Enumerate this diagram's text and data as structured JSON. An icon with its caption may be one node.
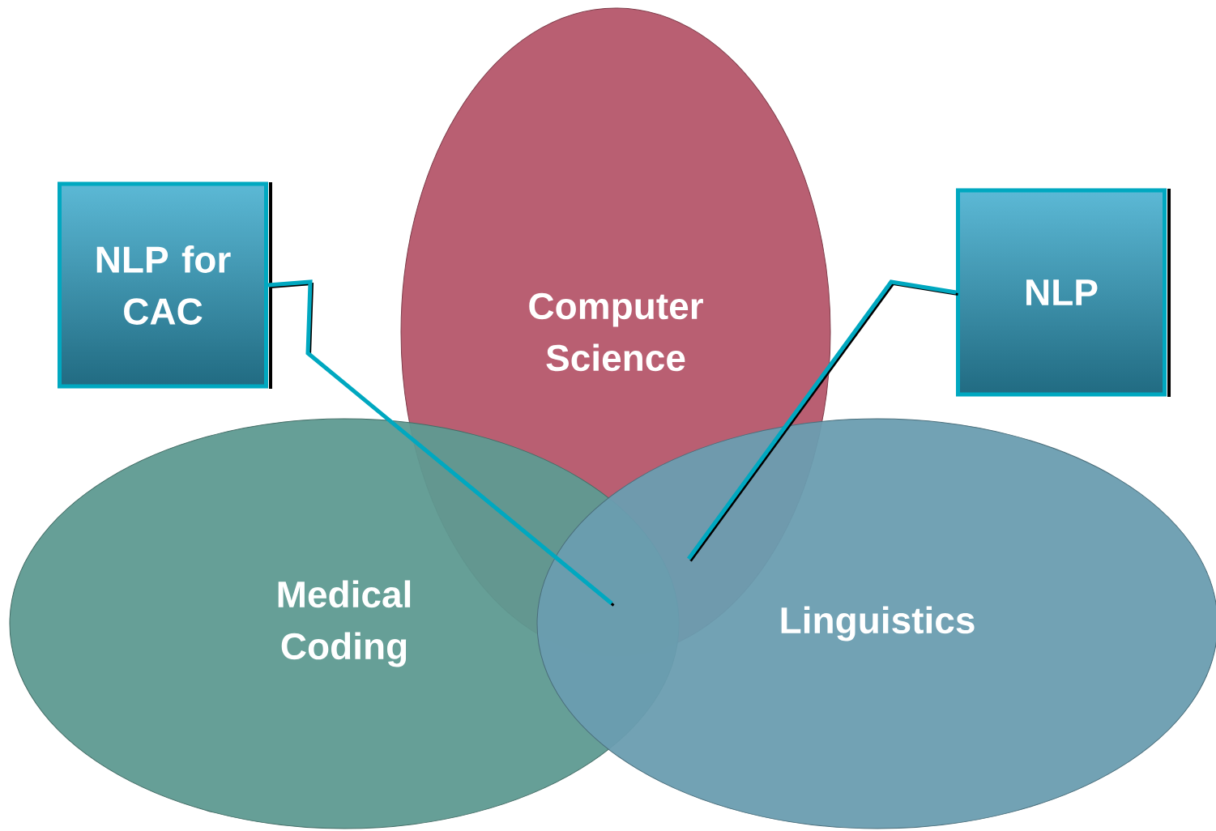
{
  "diagram": {
    "nodes": [
      {
        "text": [
          "NLP for CAC"
        ]
      },
      {
        "text": [
          "Computer Science"
        ]
      },
      {
        "text": [
          "NLP"
        ]
      },
      {
        "text": [
          "Medical Coding"
        ]
      },
      {
        "text": [
          "Linguistics"
        ]
      }
    ],
    "edges": [
      {
        "from": 0,
        "to": 3,
        "arrow": "none"
      },
      {
        "from": 2,
        "to": 1,
        "arrow": "none"
      }
    ]
  }
}
